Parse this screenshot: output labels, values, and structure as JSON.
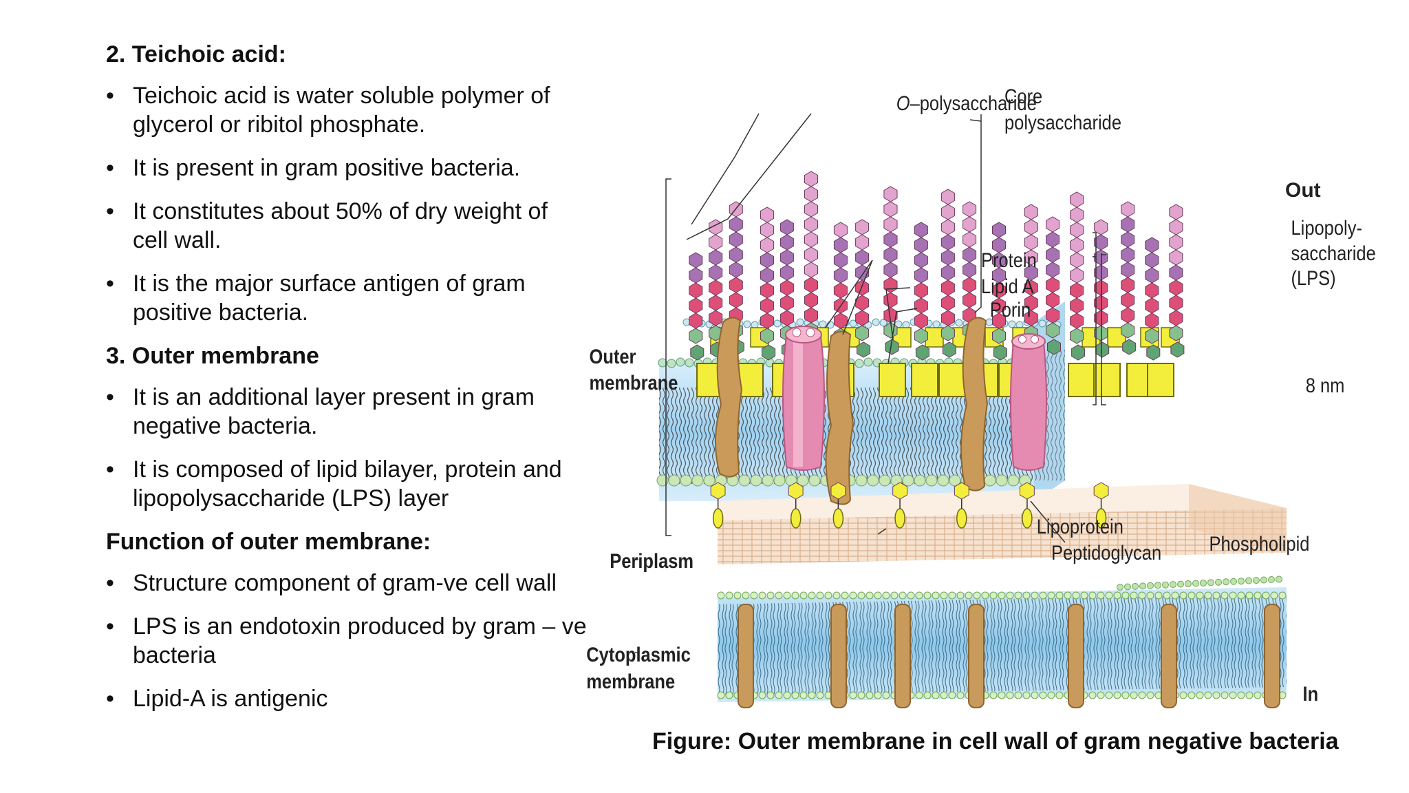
{
  "sections": [
    {
      "heading": "2. Teichoic acid:",
      "bullets": [
        "Teichoic acid is water soluble polymer of glycerol or ribitol phosphate.",
        "It is present in gram positive bacteria.",
        "It constitutes about 50% of dry weight of cell wall.",
        "It is the major surface antigen of gram positive bacteria."
      ]
    },
    {
      "heading": "3. Outer membrane",
      "bullets": [
        "It is an additional layer present in gram negative bacteria.",
        "It is composed of lipid bilayer, protein and lipopolysaccharide (LPS) layer"
      ]
    },
    {
      "heading": "Function of outer membrane:",
      "bullets": [
        "Structure component of gram-ve cell wall",
        "LPS is an endotoxin produced by gram – ve bacteria",
        "Lipid-A is antigenic"
      ]
    }
  ],
  "figure": {
    "caption": "Figure: Outer membrane in cell wall of gram negative bacteria",
    "labels": {
      "o_poly_o": "O",
      "o_poly_rest": "–polysaccharide",
      "core_1": "Core",
      "core_2": "polysaccharide",
      "out": "Out",
      "lps_1": "Lipopoly-",
      "lps_2": "saccharide",
      "lps_3": "(LPS)",
      "protein": "Protein",
      "lipid_a": "Lipid A",
      "porin": "Porin",
      "outer_membrane_1": "Outer",
      "outer_membrane_2": "membrane",
      "thickness": "8 nm",
      "lipoprotein": "Lipoprotein",
      "phospholipid": "Phospholipid",
      "peptidoglycan": "Peptidoglycan",
      "periplasm": "Periplasm",
      "cytoplasmic_1": "Cytoplasmic",
      "cytoplasmic_2": "membrane",
      "in": "In"
    },
    "colors": {
      "o_poly_light": "#e3a3cf",
      "o_poly_purple": "#a672b3",
      "core_red": "#de4f78",
      "green_sugar": "#86c08c",
      "lipid_a_yellow": "#f3ee3b",
      "membrane_blue": "#a9d6f1",
      "porin_pink": "#e98fb5",
      "protein_brown": "#c89a5b",
      "peptidoglycan": "#f4dcc7",
      "phospholipid_head": "#cbe7b6"
    }
  }
}
